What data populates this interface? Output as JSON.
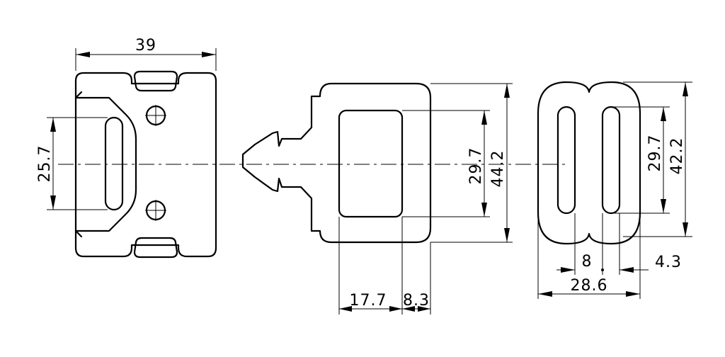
{
  "dimensions": {
    "female_width": "39",
    "female_slot_height": "25.7",
    "male_window_height": "29.7",
    "male_total_height": "44.2",
    "male_window_width": "17.7",
    "male_side_width": "8.3",
    "slider_slot_height": "29.7",
    "slider_total_height": "42.2",
    "slider_slot_pitch": "8",
    "slider_slot_width": "4.3",
    "slider_total_width": "28.6"
  }
}
